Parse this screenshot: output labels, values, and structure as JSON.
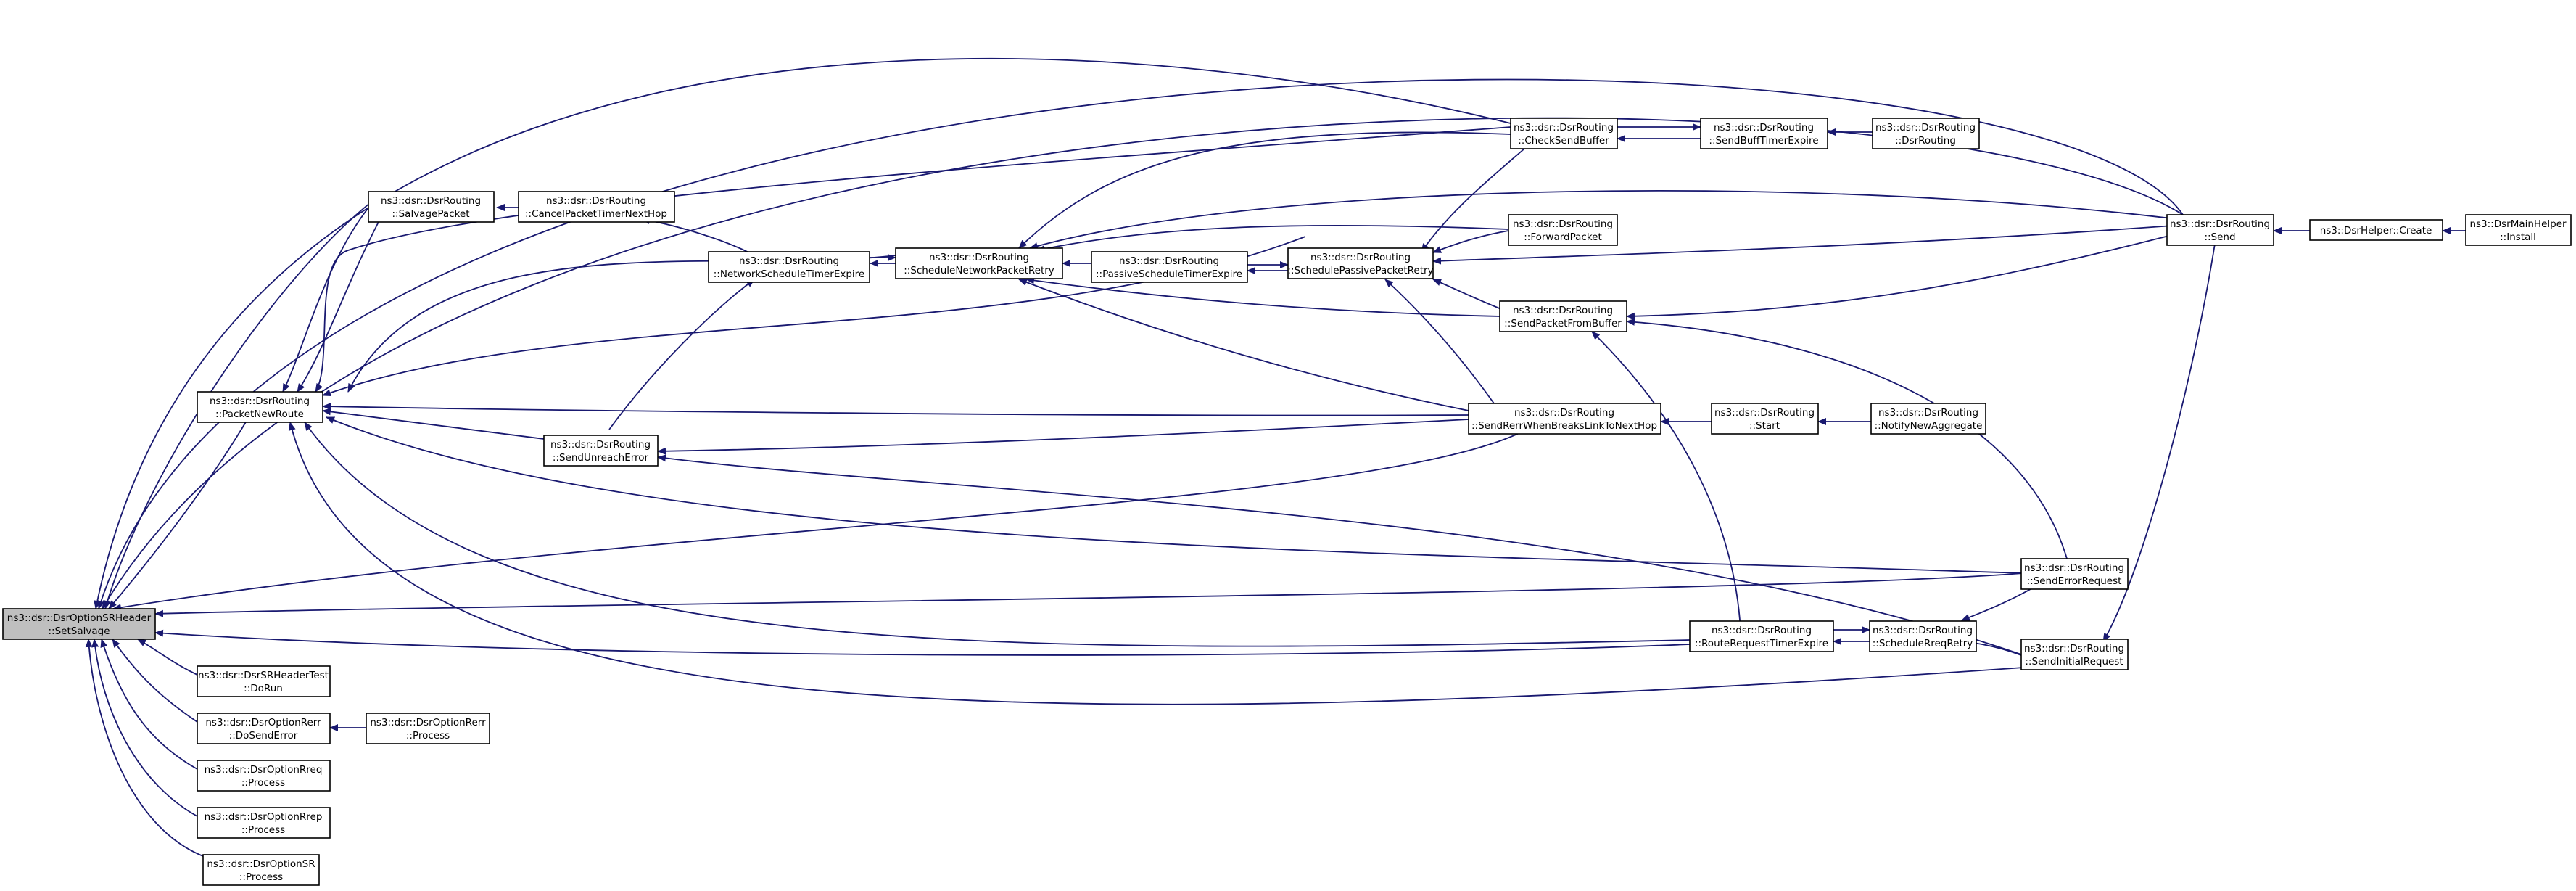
{
  "colors": {
    "edge": "#191970",
    "node_border": "#000000",
    "highlight_fill": "#bfbfbf",
    "background": "#ffffff"
  },
  "nodes": {
    "setsalvage": [
      "ns3::dsr::DsrOptionSRHeader",
      "::SetSalvage"
    ],
    "packetnewroute": [
      "ns3::dsr::DsrRouting",
      "::PacketNewRoute"
    ],
    "salvagepacket": [
      "ns3::dsr::DsrRouting",
      "::SalvagePacket"
    ],
    "canceltimer": [
      "ns3::dsr::DsrRouting",
      "::CancelPacketTimerNextHop"
    ],
    "networksched": [
      "ns3::dsr::DsrRouting",
      "::NetworkScheduleTimerExpire"
    ],
    "schednetretry": [
      "ns3::dsr::DsrRouting",
      "::ScheduleNetworkPacketRetry"
    ],
    "passivesched": [
      "ns3::dsr::DsrRouting",
      "::PassiveScheduleTimerExpire"
    ],
    "schedpassiveretry": [
      "ns3::dsr::DsrRouting",
      "::SchedulePassivePacketRetry"
    ],
    "checksendbuffer": [
      "ns3::dsr::DsrRouting",
      "::CheckSendBuffer"
    ],
    "sendbufftimer": [
      "ns3::dsr::DsrRouting",
      "::SendBuffTimerExpire"
    ],
    "dsrrouting": [
      "ns3::dsr::DsrRouting",
      "::DsrRouting"
    ],
    "forwardpacket": [
      "ns3::dsr::DsrRouting",
      "::ForwardPacket"
    ],
    "sendpacketfrombuffer": [
      "ns3::dsr::DsrRouting",
      "::SendPacketFromBuffer"
    ],
    "sendrerr": [
      "ns3::dsr::DsrRouting",
      "::SendRerrWhenBreaksLinkToNextHop"
    ],
    "start": [
      "ns3::dsr::DsrRouting",
      "::Start"
    ],
    "notifynewagg": [
      "ns3::dsr::DsrRouting",
      "::NotifyNewAggregate"
    ],
    "sendunreach": [
      "ns3::dsr::DsrRouting",
      "::SendUnreachError"
    ],
    "send": [
      "ns3::dsr::DsrRouting",
      "::Send"
    ],
    "helpercreate": [
      "ns3::DsrHelper::Create"
    ],
    "mainhelper": [
      "ns3::DsrMainHelper",
      "::Install"
    ],
    "senderrorreq": [
      "ns3::dsr::DsrRouting",
      "::SendErrorRequest"
    ],
    "routereqtimer": [
      "ns3::dsr::DsrRouting",
      "::RouteRequestTimerExpire"
    ],
    "schedrreqretry": [
      "ns3::dsr::DsrRouting",
      "::ScheduleRreqRetry"
    ],
    "sendinitialreq": [
      "ns3::dsr::DsrRouting",
      "::SendInitialRequest"
    ],
    "srheadertest": [
      "ns3::dsr::DsrSRHeaderTest",
      "::DoRun"
    ],
    "rerrdosend": [
      "ns3::dsr::DsrOptionRerr",
      "::DoSendError"
    ],
    "rerrprocess": [
      "ns3::dsr::DsrOptionRerr",
      "::Process"
    ],
    "rreqprocess": [
      "ns3::dsr::DsrOptionRreq",
      "::Process"
    ],
    "rrepprocess": [
      "ns3::dsr::DsrOptionRrep",
      "::Process"
    ],
    "srprocess": [
      "ns3::dsr::DsrOptionSR",
      "::Process"
    ]
  }
}
